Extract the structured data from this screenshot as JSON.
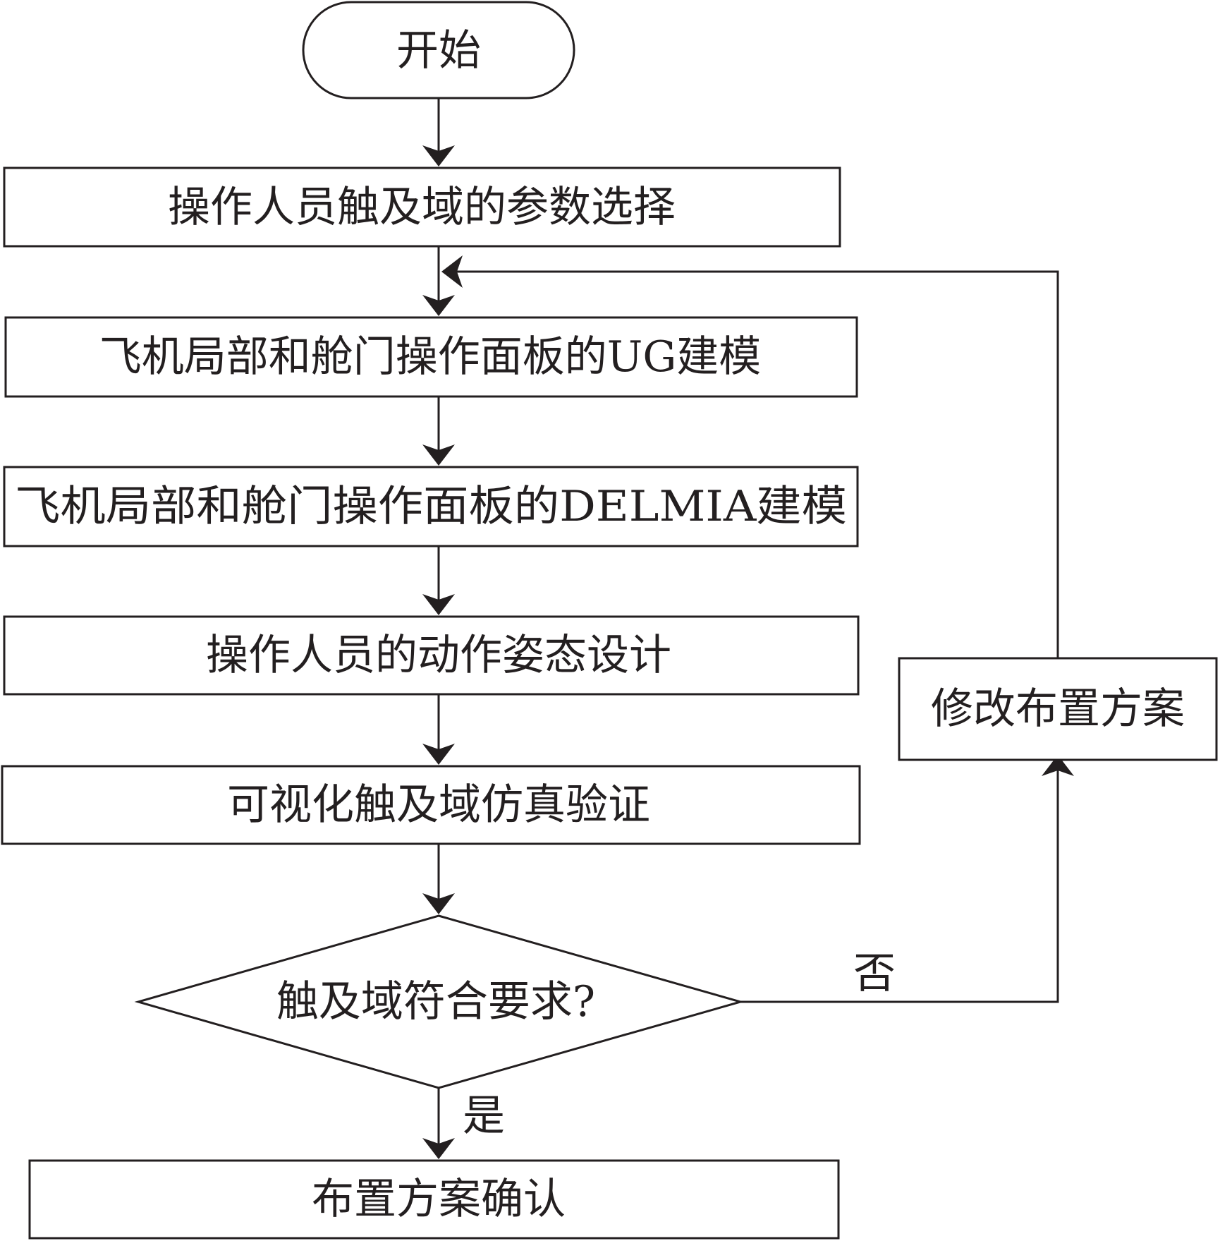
{
  "flowchart": {
    "start": "开始",
    "steps": {
      "param_select": "操作人员触及域的参数选择",
      "ug_model": "飞机局部和舱门操作面板的UG建模",
      "delmia_model": "飞机局部和舱门操作面板的DELMIA建模",
      "posture_design": "操作人员的动作姿态设计",
      "simulation": "可视化触及域仿真验证",
      "modify_plan": "修改布置方案",
      "confirm_plan": "布置方案确认"
    },
    "decision": "触及域符合要求?",
    "branches": {
      "no": "否",
      "yes": "是"
    }
  }
}
